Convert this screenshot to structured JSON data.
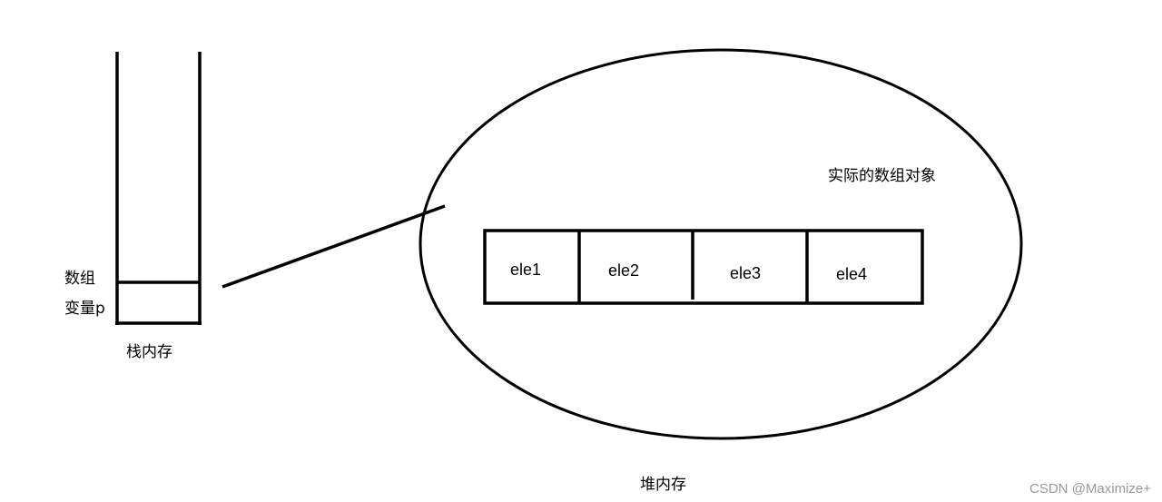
{
  "stack": {
    "var_label_line1": "数组",
    "var_label_line2": "变量p",
    "caption": "栈内存"
  },
  "heap": {
    "caption": "堆内存",
    "object_label": "实际的数组对象",
    "cells": [
      "ele1",
      "ele2",
      "ele3",
      "ele4"
    ]
  },
  "watermark": "CSDN @Maximize+"
}
